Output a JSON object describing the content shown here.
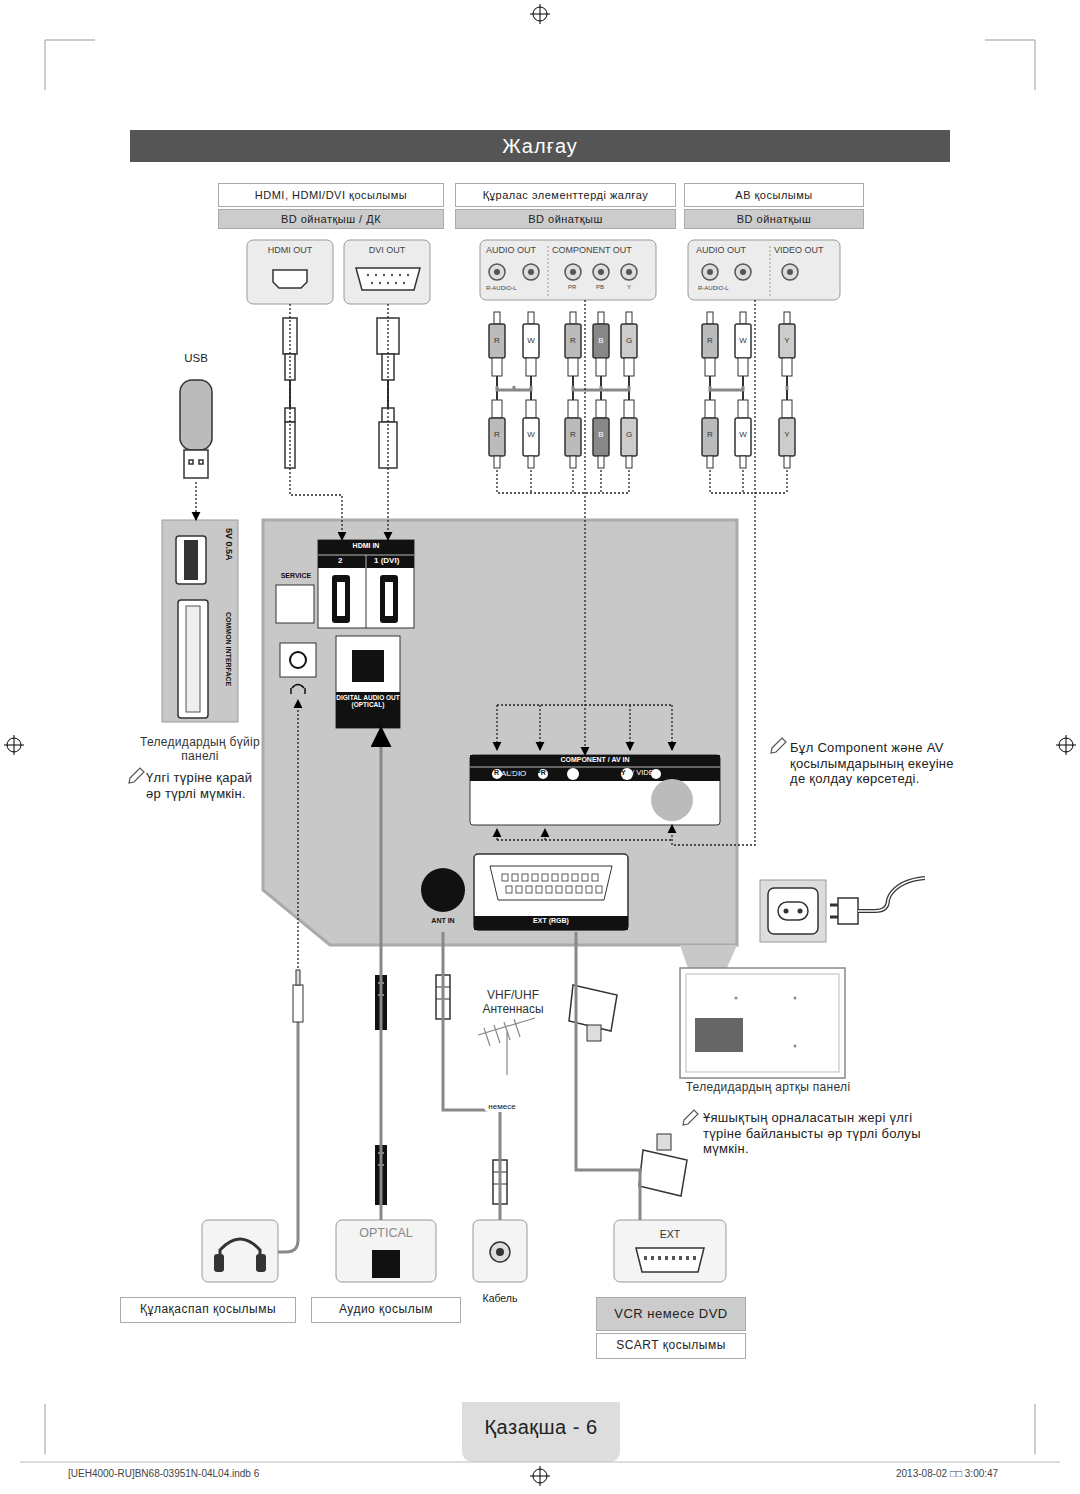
{
  "diagram": {
    "title": "Жалғау",
    "nodes": [
      {
        "text": [
          "HDMI, HDMI/DVI қосылымы"
        ]
      },
      {
        "text": [
          "BD ойнатқыш / ДК"
        ]
      },
      {
        "text": [
          "Құралас элементтерді жалғау"
        ]
      },
      {
        "text": [
          "BD ойнатқыш"
        ]
      },
      {
        "text": [
          "АВ қосылымы"
        ]
      },
      {
        "text": [
          "BD ойнатқыш"
        ]
      },
      {
        "text": [
          "HDMI OUT"
        ]
      },
      {
        "text": [
          "DVI OUT"
        ]
      },
      {
        "text": [
          "AUDIO OUT",
          "COMPONENT OUT",
          "R-AUDIO-L",
          "PR",
          "PB",
          "Y"
        ]
      },
      {
        "text": [
          "AUDIO OUT",
          "VIDEO OUT",
          "R-AUDIO-L"
        ]
      },
      {
        "text": [
          "USB"
        ]
      },
      {
        "text": [
          "5V 0.5A",
          "COMMON INTERFACE"
        ]
      },
      {
        "text": [
          "HDMI IN",
          "2",
          "1 (DVI)"
        ]
      },
      {
        "text": [
          "SERVICE"
        ]
      },
      {
        "text": [
          "DIGITAL AUDIO OUT (OPTICAL)"
        ]
      },
      {
        "text": [
          "COMPONENT / AV IN",
          "R",
          "AUDIO",
          "L",
          "PR",
          "PB",
          "Y",
          "/ VIDEO"
        ]
      },
      {
        "text": [
          "ANT IN"
        ]
      },
      {
        "text": [
          "EXT (RGB)"
        ]
      },
      {
        "text": [
          "OPTICAL"
        ]
      },
      {
        "text": [
          "Кабель"
        ]
      },
      {
        "text": [
          "EXT"
        ]
      },
      {
        "text": [
          "Құлақаспап қосылымы"
        ]
      },
      {
        "text": [
          "Аудио қосылым"
        ]
      },
      {
        "text": [
          "VCR немесе DVD"
        ]
      },
      {
        "text": [
          "SCART қосылымы"
        ]
      },
      {
        "text": [
          "Қазақша - 6"
        ]
      }
    ],
    "edges": [
      {
        "from": 6,
        "to": 12,
        "arrow": "to"
      },
      {
        "from": 7,
        "to": 12,
        "arrow": "to"
      },
      {
        "from": 10,
        "to": 11,
        "arrow": "to"
      },
      {
        "from": 8,
        "to": 15,
        "arrow": "to"
      },
      {
        "from": 9,
        "to": 15,
        "arrow": "to"
      },
      {
        "from": 18,
        "to": 14,
        "arrow": "to"
      },
      {
        "from": 19,
        "to": 16,
        "arrow": "none"
      },
      {
        "from": 20,
        "to": 17,
        "arrow": "none"
      }
    ],
    "labels": [
      "R",
      "W",
      "R",
      "B",
      "G",
      "R",
      "W",
      "Y",
      "R",
      "W",
      "R",
      "B",
      "G",
      "R",
      "W",
      "Y",
      "Теледидардың бүйір панелі",
      "Үлгі түріне қарай әр түрлі мүмкін.",
      "Бұл Component және AV қосылымдарының екеуіне де қолдау көрсетеді.",
      "VHF/UHF Антеннасы",
      "немесе",
      "Теледидардың артқы панелі",
      "Ұяшықтың орналасатын жері үлгі түріне байланысты әр түрлі болуы мүмкін.",
      "[UEH4000-RU]BN68-03951N-04L04.indb 6",
      "2013-08-02 □□ 3:00:47"
    ]
  }
}
